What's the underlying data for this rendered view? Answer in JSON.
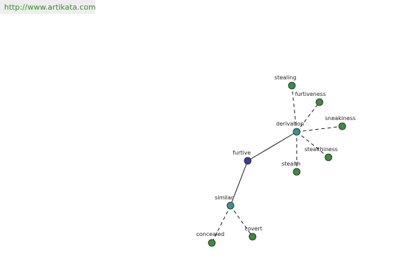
{
  "source_link": "http://www.artikata.com",
  "colors": {
    "root": "#3c3c96",
    "relation": "#3e9090",
    "leaf": "#3f8a3f",
    "edge": "#111111"
  },
  "graph": {
    "nodes": [
      {
        "id": "furtive",
        "label": "furtive",
        "kind": "root"
      },
      {
        "id": "derivation",
        "label": "derivation",
        "kind": "relation"
      },
      {
        "id": "similar",
        "label": "similar",
        "kind": "relation"
      },
      {
        "id": "stealing",
        "label": "stealing",
        "kind": "leaf"
      },
      {
        "id": "furtiveness",
        "label": "furtiveness",
        "kind": "leaf"
      },
      {
        "id": "sneakiness",
        "label": "sneakiness",
        "kind": "leaf"
      },
      {
        "id": "stealthiness",
        "label": "stealthiness",
        "kind": "leaf"
      },
      {
        "id": "stealth",
        "label": "stealth",
        "kind": "leaf"
      },
      {
        "id": "concealed",
        "label": "concealed",
        "kind": "leaf"
      },
      {
        "id": "covert",
        "label": "covert",
        "kind": "leaf"
      }
    ],
    "edges": [
      {
        "from": "furtive",
        "to": "derivation",
        "style": "solid"
      },
      {
        "from": "furtive",
        "to": "similar",
        "style": "solid"
      },
      {
        "from": "derivation",
        "to": "stealing",
        "style": "dashed"
      },
      {
        "from": "derivation",
        "to": "furtiveness",
        "style": "dashed"
      },
      {
        "from": "derivation",
        "to": "sneakiness",
        "style": "dashed"
      },
      {
        "from": "derivation",
        "to": "stealthiness",
        "style": "dashed"
      },
      {
        "from": "derivation",
        "to": "stealth",
        "style": "dashed"
      },
      {
        "from": "similar",
        "to": "concealed",
        "style": "dashed"
      },
      {
        "from": "similar",
        "to": "covert",
        "style": "dashed"
      }
    ]
  }
}
